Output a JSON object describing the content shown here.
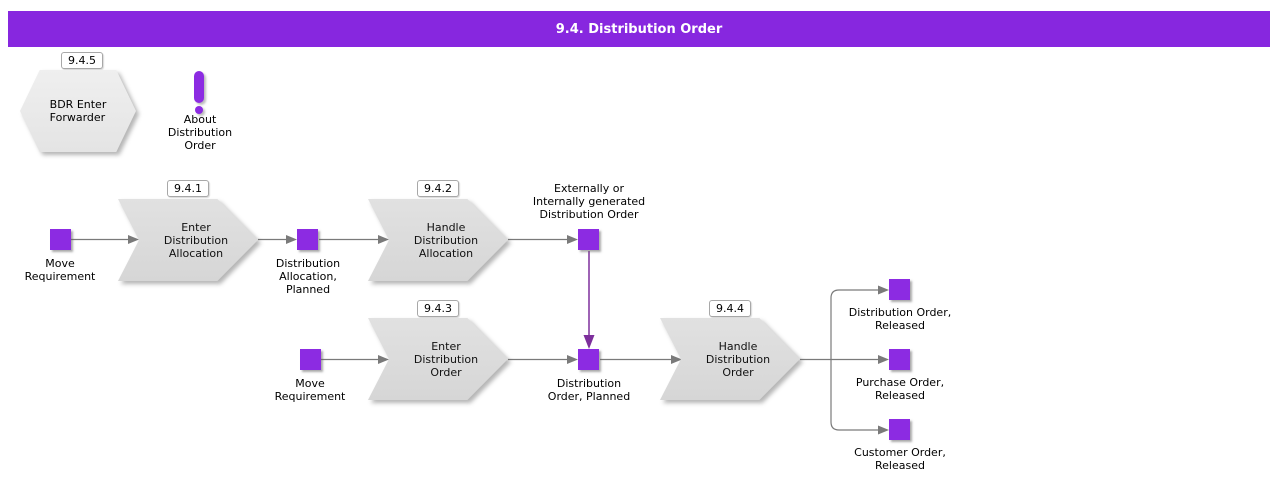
{
  "header": {
    "title": "9.4. Distribution Order",
    "bg_color": "#8727DF"
  },
  "colors": {
    "event_purple": "#8C2BE2",
    "connector_gray": "#7a7a7a",
    "connector_purple": "#7D2F9C",
    "shape_gray": "#dcdcdc"
  },
  "hexagon": {
    "badge": "9.4.5",
    "label": "BDR Enter\nForwarder"
  },
  "about": {
    "icon": "exclamation-icon",
    "label": "About\nDistribution\nOrder"
  },
  "processes": [
    {
      "badge": "9.4.1",
      "label": "Enter\nDistribution\nAllocation"
    },
    {
      "badge": "9.4.2",
      "label": "Handle\nDistribution\nAllocation"
    },
    {
      "badge": "9.4.3",
      "label": "Enter\nDistribution\nOrder"
    },
    {
      "badge": "9.4.4",
      "label": "Handle\nDistribution\nOrder"
    }
  ],
  "events": [
    {
      "label": "Move\nRequirement"
    },
    {
      "label": "Distribution\nAllocation,\nPlanned"
    },
    {
      "label": "Externally or\nInternally generated\nDistribution Order"
    },
    {
      "label": "Move\nRequirement"
    },
    {
      "label": "Distribution\nOrder, Planned"
    },
    {
      "label": "Distribution Order,\nReleased"
    },
    {
      "label": "Purchase Order,\nReleased"
    },
    {
      "label": "Customer Order,\nReleased"
    }
  ]
}
